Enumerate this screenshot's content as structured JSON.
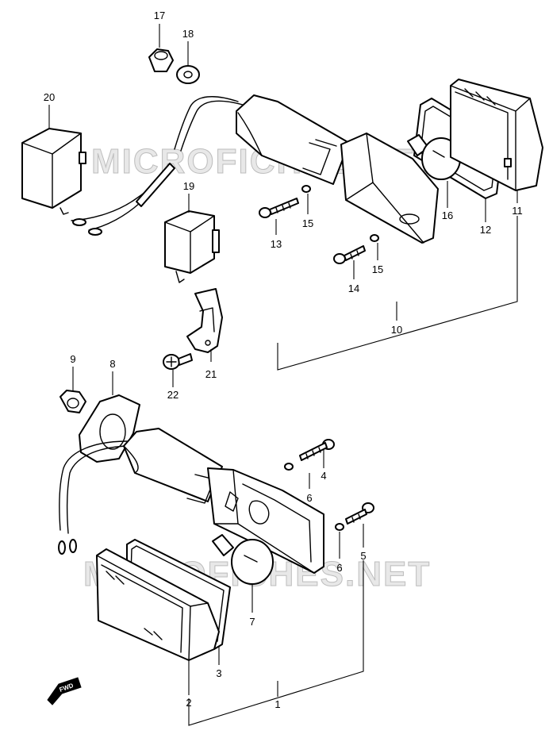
{
  "watermarks": [
    "MICROFICHES.NET",
    "MICROFICHES.NET"
  ],
  "direction_label": "FWD",
  "callouts": {
    "c1": "1",
    "c2": "2",
    "c3": "3",
    "c4": "4",
    "c5": "5",
    "c6a": "6",
    "c6b": "6",
    "c7": "7",
    "c8": "8",
    "c9": "9",
    "c10": "10",
    "c11": "11",
    "c12": "12",
    "c13": "13",
    "c14": "14",
    "c15a": "15",
    "c15b": "15",
    "c16": "16",
    "c17": "17",
    "c18": "18",
    "c19": "19",
    "c20": "20",
    "c21": "21",
    "c22": "22"
  }
}
